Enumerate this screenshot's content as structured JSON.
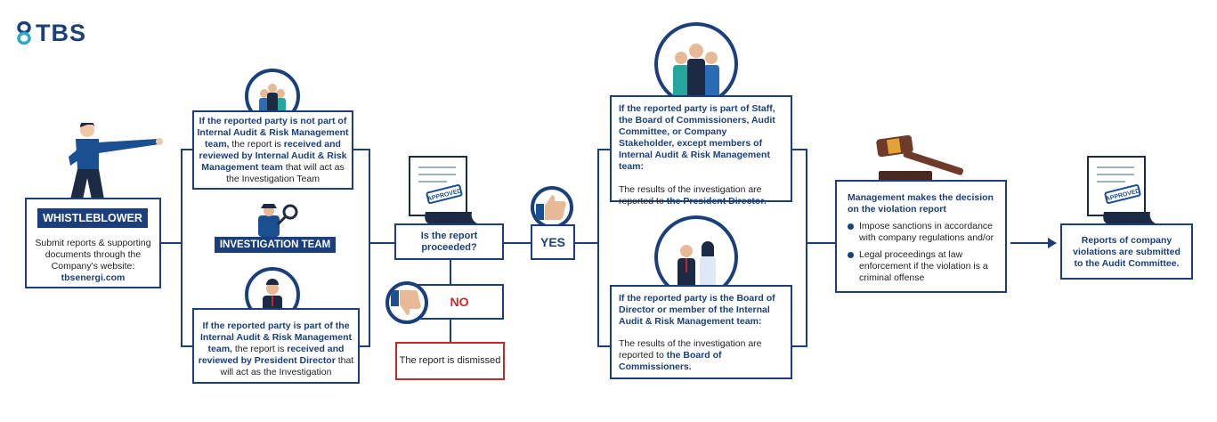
{
  "brand": {
    "logo_text": "TBS",
    "navy": "#1a3f7a",
    "red": "#c62828"
  },
  "whistleblower": {
    "title": "WHISTLEBLOWER",
    "text": "Submit reports & supporting documents through the Company's website:",
    "link": "tbsenergi.com"
  },
  "investigation_team": {
    "label": "INVESTIGATION TEAM"
  },
  "case_not_internal_audit": {
    "lead": "If the reported party is not part of Internal Audit & Risk Management team,",
    "mid1": " the report is ",
    "bold1": "received and reviewed by Internal Audit & Risk Management team",
    "tail": " that will act as the Investigation Team"
  },
  "case_internal_audit": {
    "lead": "If the reported party is part of the Internal Audit & Risk Management team,",
    "mid1": " the report is ",
    "bold1": "received and reviewed by President Director",
    "tail": " that will act as the Investigation"
  },
  "decision": {
    "question": "Is the report proceeded?",
    "yes": "YES",
    "no": "NO",
    "dismissed": "The report is dismissed"
  },
  "document_stamp": "APPROVED",
  "outcome_staff": {
    "lead": "If the reported party is part of Staff, the Board of Commissioners, Audit Committee, or Company Stakeholder, except members of Internal Audit & Risk Management team:",
    "result": "The results of the investigation are reported to ",
    "target": "the President Director."
  },
  "outcome_director": {
    "lead": "If the reported party is the Board of Director or member of the Internal Audit & Risk Management team:",
    "result": "The results of the investigation are reported to ",
    "target": "the Board of Commissioners."
  },
  "management": {
    "title": "Management makes the decision on the violation report",
    "bullets": [
      "Impose sanctions in accordance with company regulations and/or",
      "Legal proceedings at law enforcement if the violation is a criminal offense"
    ]
  },
  "audit_committee": {
    "text": "Reports of company violations are submitted to the Audit Committee."
  }
}
